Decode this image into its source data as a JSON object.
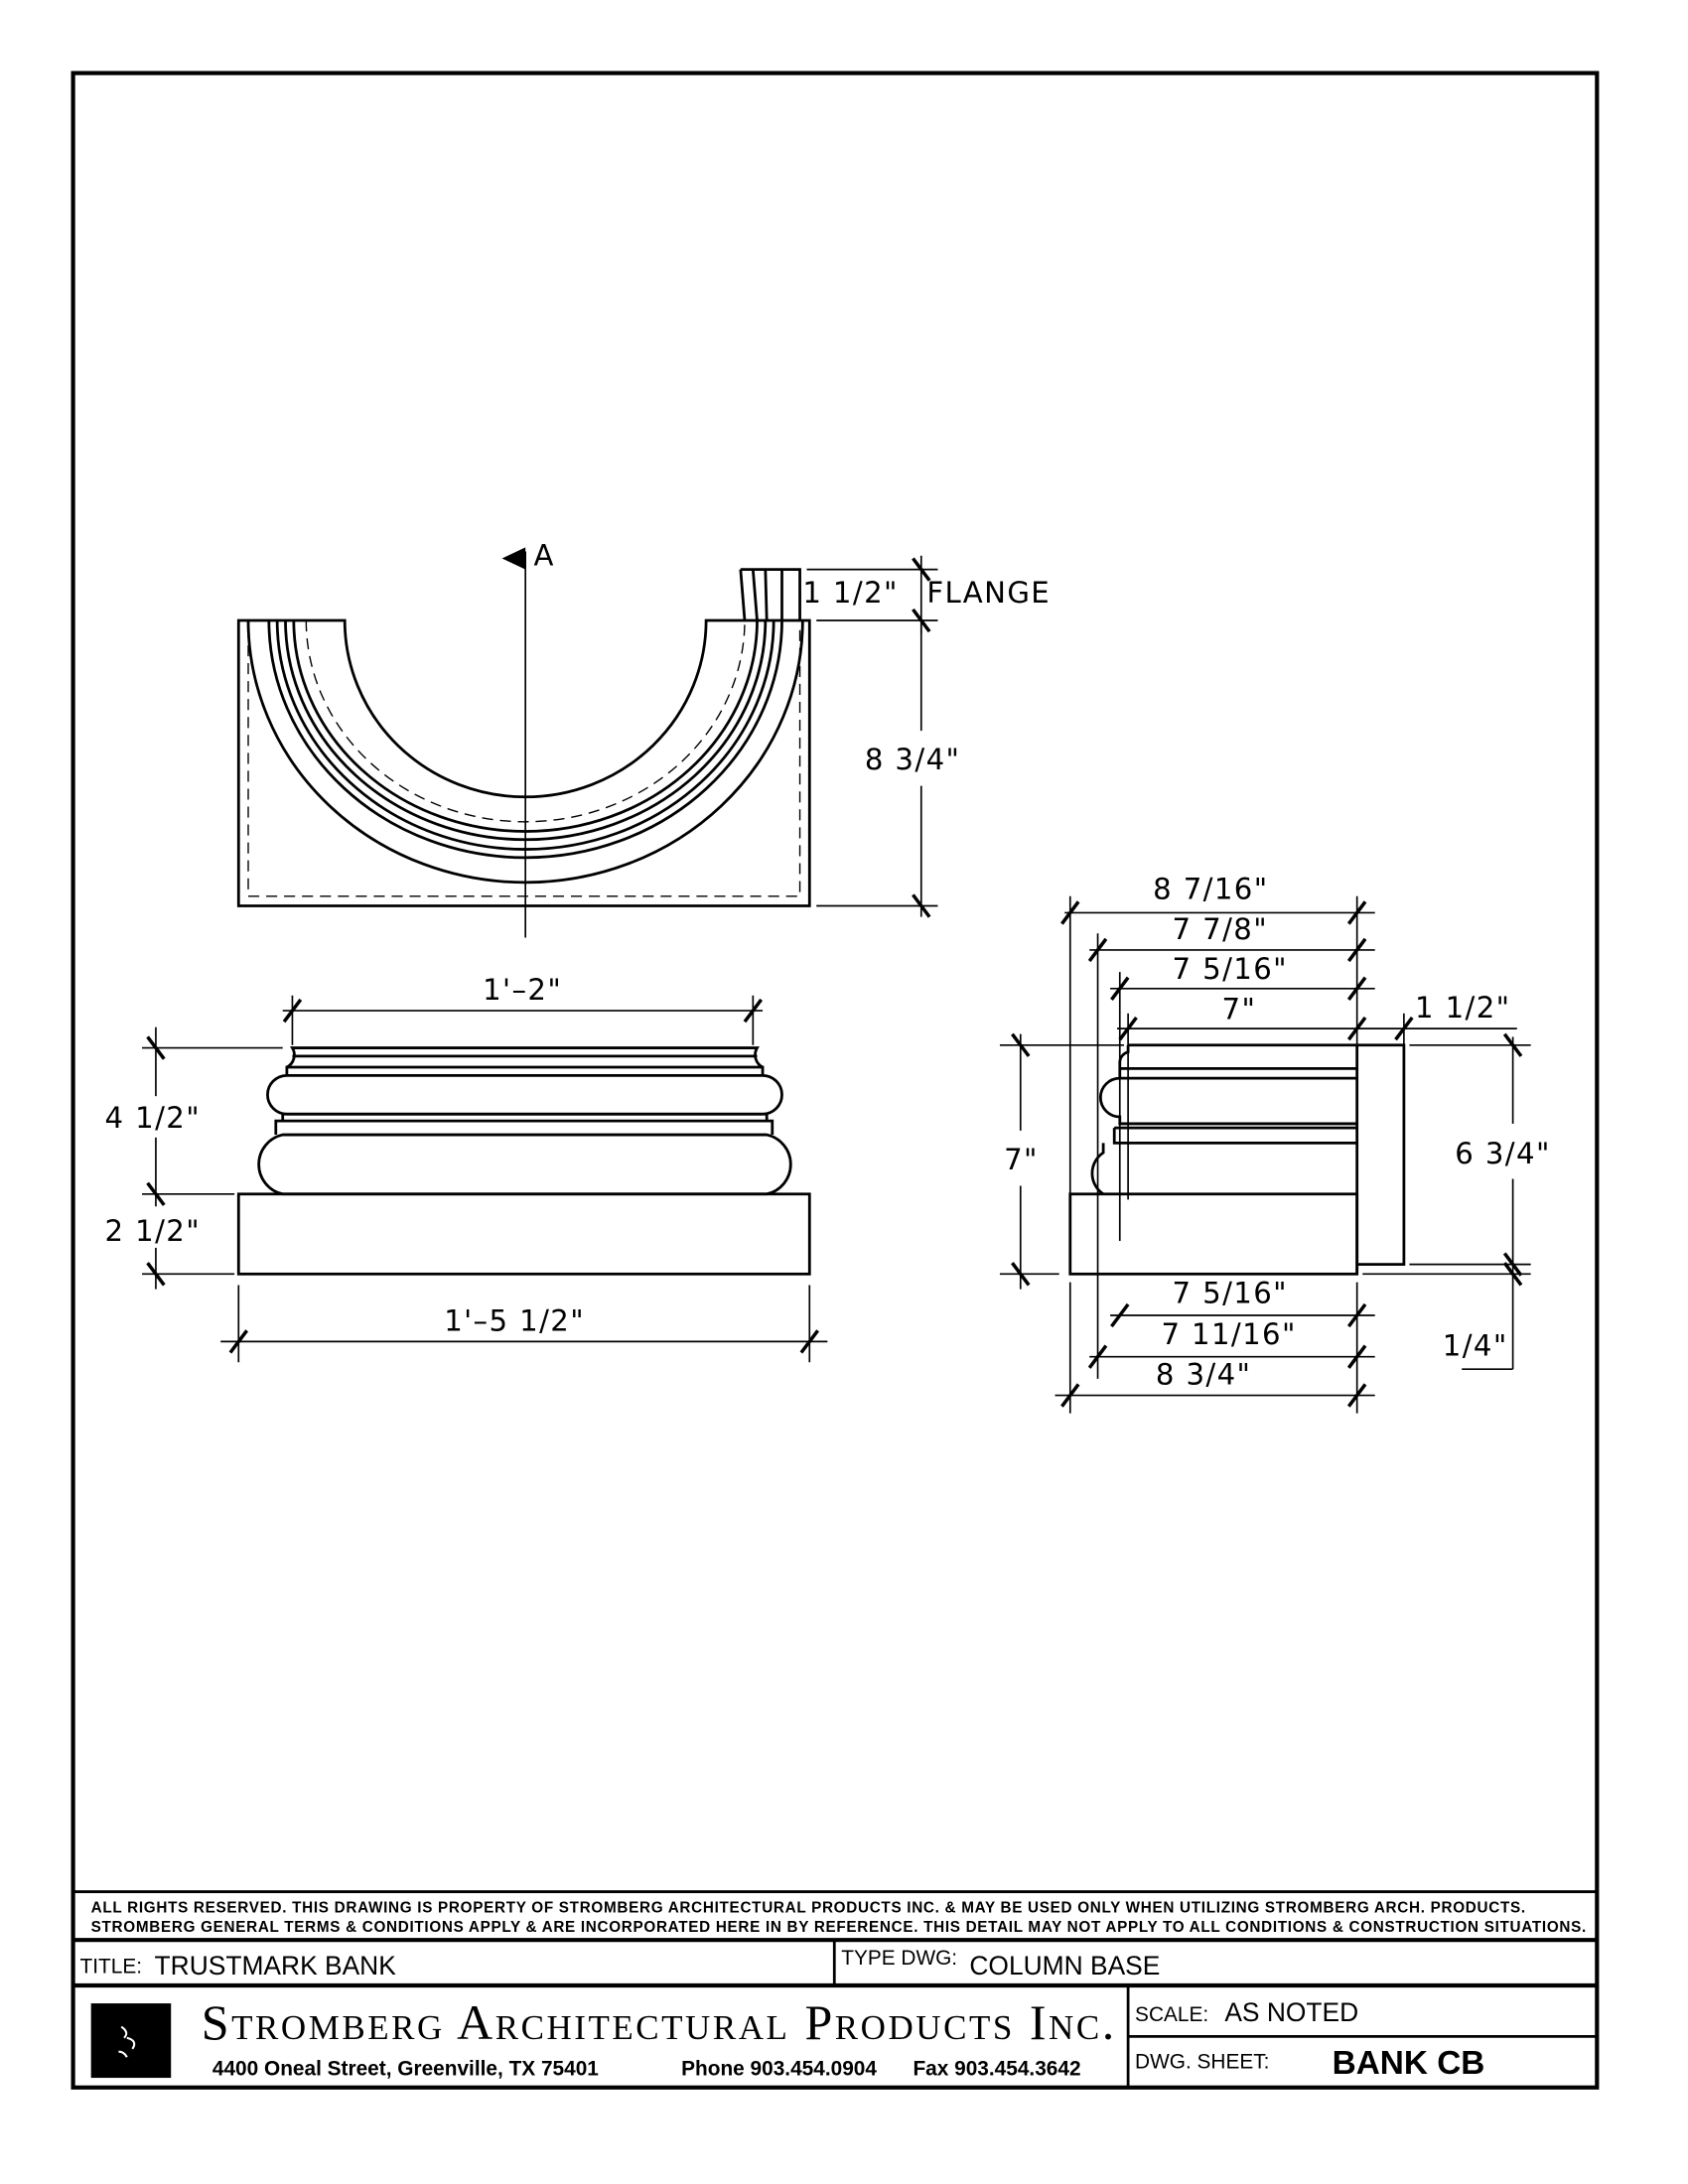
{
  "plan_view": {
    "section_marker": "A",
    "flange_dim": "1 1/2\"",
    "flange_label": "FLANGE",
    "height_dim": "8 3/4\""
  },
  "elevation": {
    "top_width": "1'–2\"",
    "torus_height": "4 1/2\"",
    "plinth_height": "2 1/2\"",
    "overall_width": "1'–5 1/2\""
  },
  "section": {
    "top_dims": [
      "8 7/16\"",
      "7 7/8\"",
      "7 5/16\"",
      "7\""
    ],
    "flange_width": "1 1/2\"",
    "overall_height": "7\"",
    "flange_height": "6 3/4\"",
    "flange_offset": "1/4\"",
    "bottom_dims": [
      "7 5/16\"",
      "7 11/16\"",
      "8 3/4\""
    ]
  },
  "title_block": {
    "notes": [
      "ALL RIGHTS RESERVED. THIS DRAWING IS PROPERTY OF STROMBERG ARCHITECTURAL PRODUCTS INC. & MAY BE USED ONLY WHEN UTILIZING STROMBERG ARCH. PRODUCTS.",
      "STROMBERG GENERAL TERMS & CONDITIONS APPLY & ARE INCORPORATED HERE IN BY REFERENCE. THIS DETAIL MAY NOT APPLY TO ALL CONDITIONS & CONSTRUCTION SITUATIONS."
    ],
    "title_label": "TITLE:",
    "title_value": "TRUSTMARK BANK",
    "type_label": "TYPE DWG:",
    "type_value": "COLUMN BASE",
    "company": "Stromberg Architectural Products Inc.",
    "address": "4400 Oneal Street, Greenville, TX  75401",
    "phone": "Phone 903.454.0904",
    "fax": "Fax 903.454.3642",
    "scale_label": "SCALE:",
    "scale_value": "AS NOTED",
    "sheet_label": "DWG. SHEET:",
    "sheet_value": "BANK CB"
  }
}
